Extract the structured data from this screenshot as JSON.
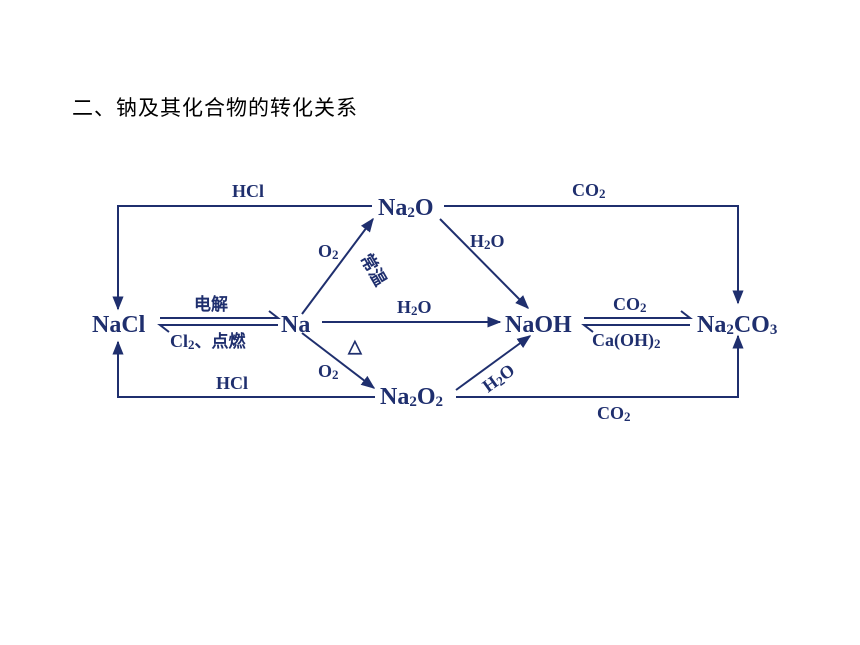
{
  "heading": "二、钠及其化合物的转化关系",
  "colors": {
    "diagram": "#1f2f6e",
    "text": "#000000",
    "background": "#ffffff"
  },
  "nodes": {
    "nacl": {
      "main": "NaCl"
    },
    "na": {
      "main": "Na"
    },
    "na2o": {
      "p1": "Na",
      "sub": "2",
      "p2": "O"
    },
    "na2o2": {
      "p1": "Na",
      "sub1": "2",
      "p2": "O",
      "sub2": "2"
    },
    "naoh": {
      "main": "NaOH"
    },
    "na2co3": {
      "p1": "Na",
      "sub1": "2",
      "p2": "CO",
      "sub2": "3"
    }
  },
  "labels": {
    "hcl_top": "HCl",
    "hcl_bottom": "HCl",
    "co2_top": {
      "main": "CO",
      "sub": "2"
    },
    "co2_bottom": {
      "main": "CO",
      "sub": "2"
    },
    "electrolysis": "电解",
    "cl2_burn": {
      "main": "Cl",
      "sub": "2",
      "tail": "、点燃"
    },
    "o2_upper": {
      "main": "O",
      "sub": "2"
    },
    "room_temp": "常温",
    "o2_lower": {
      "main": "O",
      "sub": "2"
    },
    "heat": "△",
    "h2o_upper": {
      "main": "H",
      "sub": "2",
      "tail": "O"
    },
    "h2o_middle": {
      "main": "H",
      "sub": "2",
      "tail": "O"
    },
    "h2o_lower": {
      "main": "H",
      "sub": "2",
      "tail": "O"
    },
    "co2_eq": {
      "main": "CO",
      "sub": "2"
    },
    "caoh2": {
      "main": "Ca(OH)",
      "sub": "2"
    }
  }
}
